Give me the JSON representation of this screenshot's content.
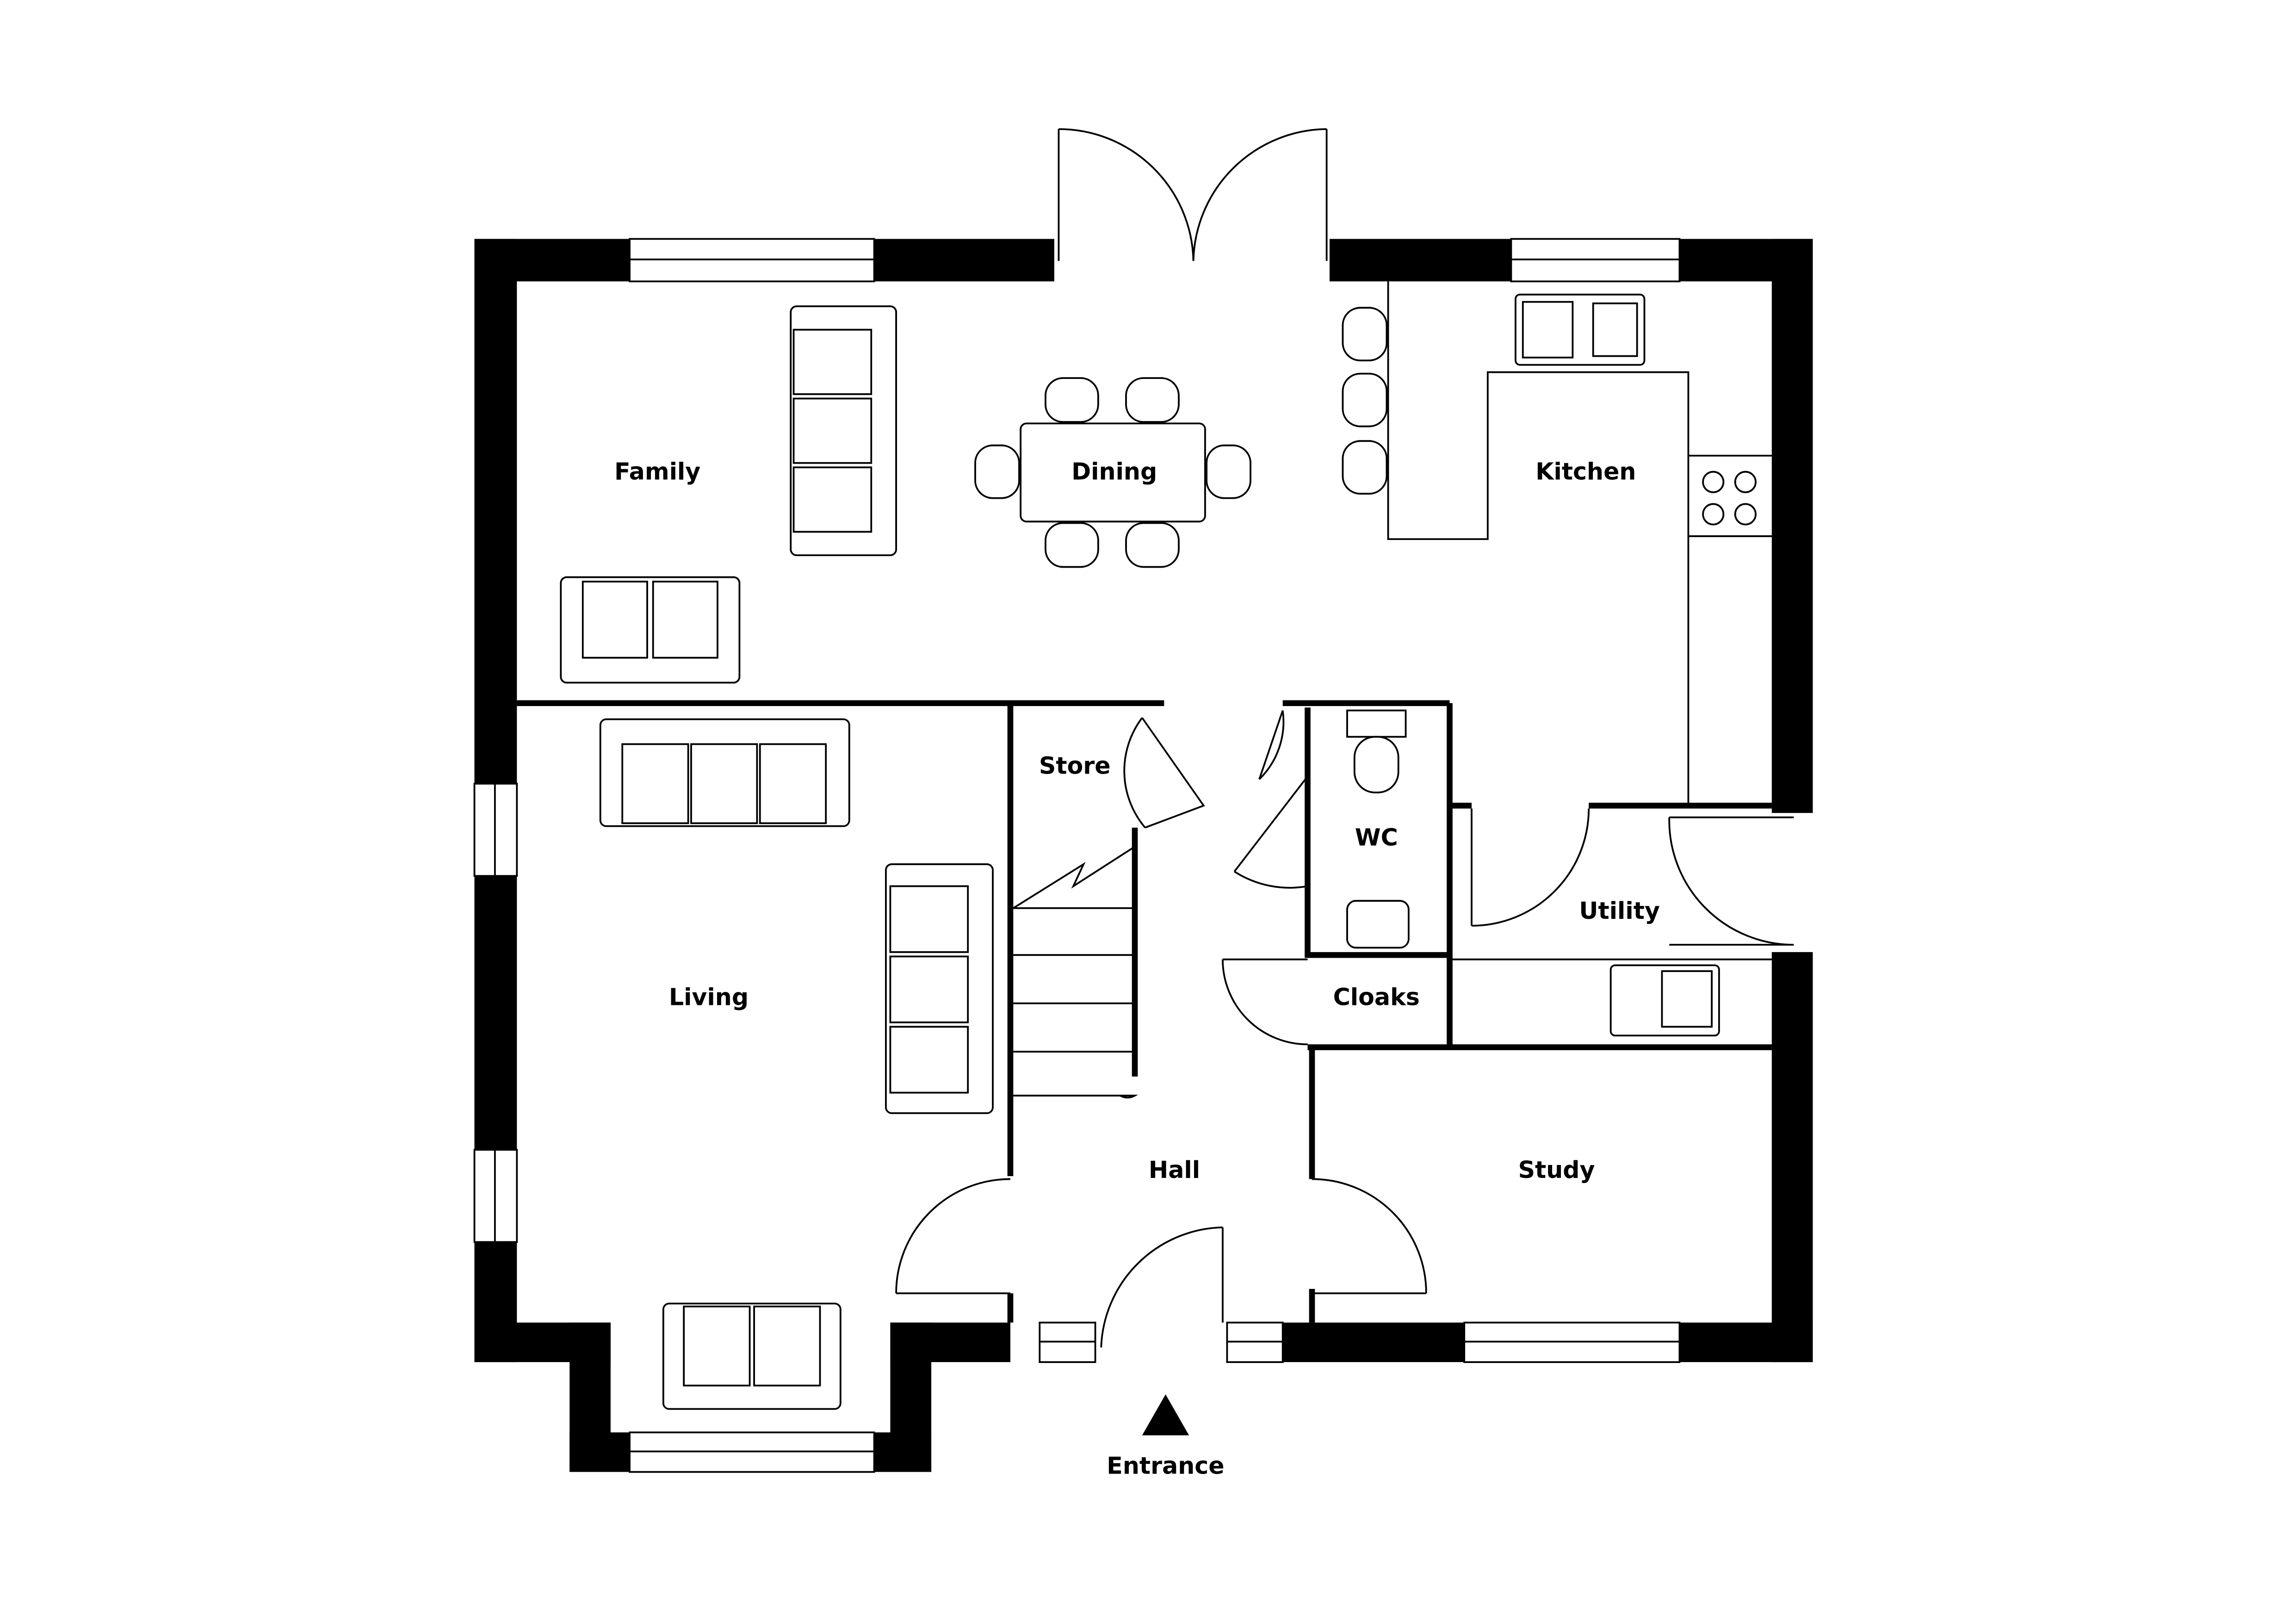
{
  "plan": {
    "rooms": {
      "family": "Family",
      "dining": "Dining",
      "kitchen": "Kitchen",
      "store": "Store",
      "wc": "WC",
      "utility": "Utility",
      "living": "Living",
      "cloaks": "Cloaks",
      "hall": "Hall",
      "study": "Study"
    },
    "entrance": "Entrance"
  }
}
